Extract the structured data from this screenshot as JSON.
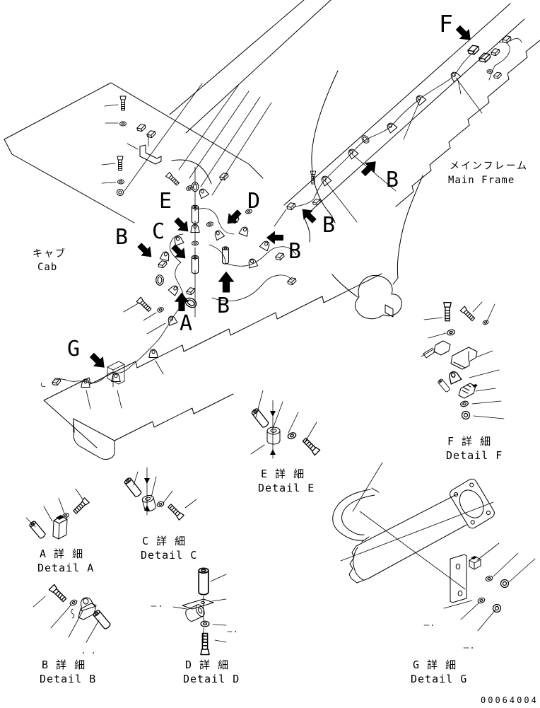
{
  "drawing": {
    "number": "00064004",
    "background": "#ffffff",
    "line_color": "#000000"
  },
  "areas": {
    "cab": {
      "jp": "キャブ",
      "en": "Cab"
    },
    "main_frame": {
      "jp": "メインフレーム",
      "en": "Main Frame"
    }
  },
  "callouts": {
    "f": "F",
    "b1": "B",
    "e": "E",
    "d": "D",
    "c": "C",
    "b2": "B",
    "b3": "B",
    "b4": "B",
    "b5": "B",
    "a": "A",
    "g": "G"
  },
  "details": {
    "a": {
      "jp": "A 詳 細",
      "en": "Detail A"
    },
    "b": {
      "jp": "B 詳 細",
      "en": "Detail B"
    },
    "c": {
      "jp": "C 詳 細",
      "en": "Detail C"
    },
    "d": {
      "jp": "D 詳 細",
      "en": "Detail D"
    },
    "e": {
      "jp": "E 詳 細",
      "en": "Detail E"
    },
    "f": {
      "jp": "F 詳 細",
      "en": "Detail F"
    },
    "g": {
      "jp": "G 詳 細",
      "en": "Detail G"
    }
  },
  "icons": {
    "view_arrow": "solid-block-arrow"
  }
}
